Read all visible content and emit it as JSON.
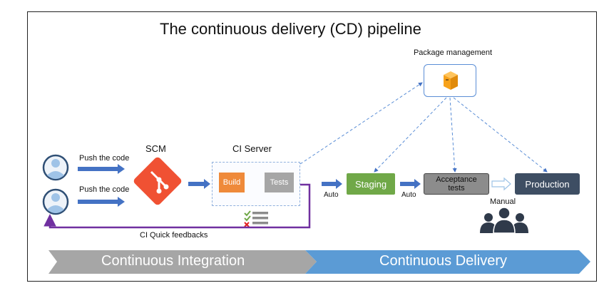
{
  "title": "The continuous delivery (CD) pipeline",
  "package_management": {
    "label": "Package management"
  },
  "developers": {
    "push_label_1": "Push the code",
    "push_label_2": "Push the code"
  },
  "scm": {
    "label": "SCM"
  },
  "ci_server": {
    "label": "CI Server",
    "build": "Build",
    "tests": "Tests"
  },
  "stages": {
    "auto_1": "Auto",
    "auto_2": "Auto",
    "staging": "Staging",
    "acceptance": "Acceptance tests",
    "production": "Production",
    "manual": "Manual"
  },
  "feedback": {
    "label": "CI Quick feedbacks"
  },
  "bands": {
    "ci": "Continuous Integration",
    "cd": "Continuous Delivery"
  },
  "colors": {
    "arrow_blue": "#4472c4",
    "feedback_purple": "#7030a0",
    "git_red": "#f05133",
    "build_orange": "#ef8a3a",
    "staging_green": "#70a848",
    "production_navy": "#3e4e63",
    "ci_band_gray": "#a6a6a6",
    "cd_band_blue": "#5b9bd5"
  }
}
